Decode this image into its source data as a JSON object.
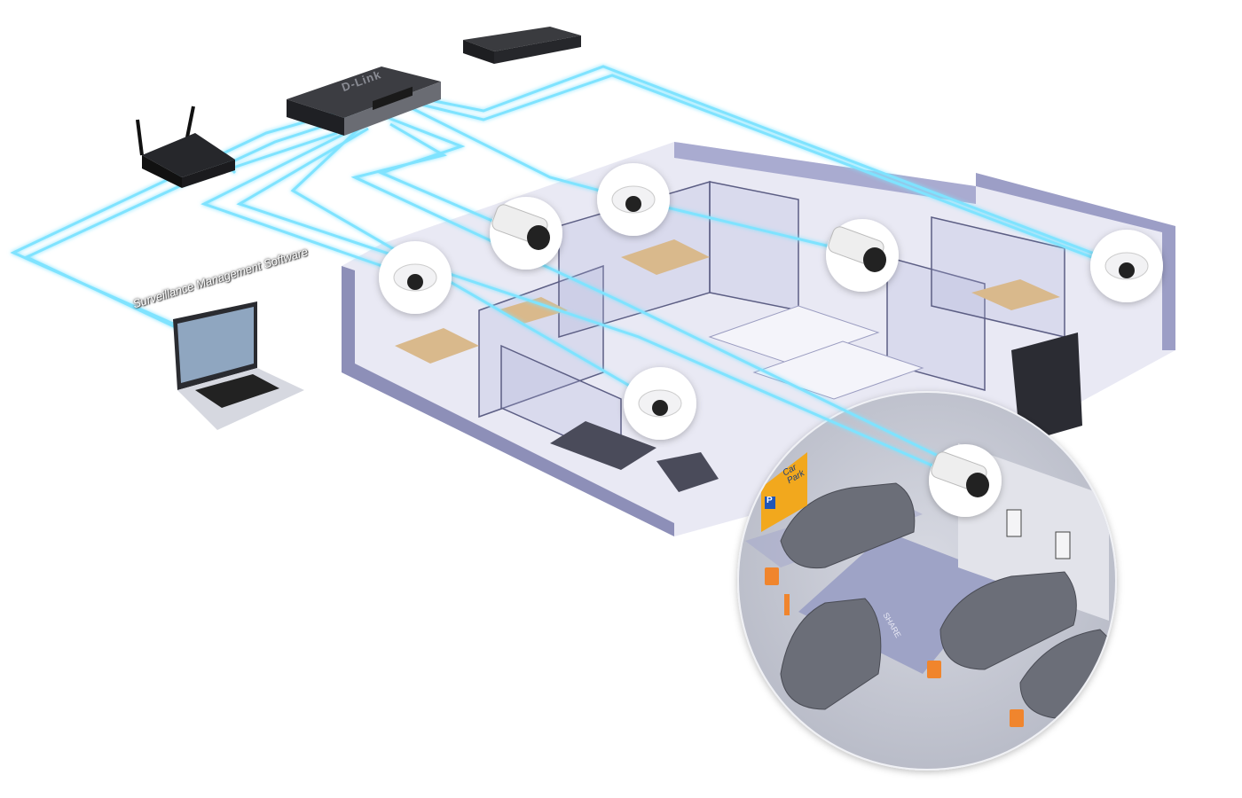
{
  "title": "D-Link surveillance network diagram",
  "labels": {
    "software": "Surveillance Management Software",
    "car_park_sign": "Car Park",
    "parking_symbol": "P",
    "share_marking": "SHARE",
    "brand": "D-Link"
  },
  "devices": {
    "nvr": "network-video-recorder",
    "switch": "poe-switch",
    "router": "wireless-router",
    "laptop": "laptop"
  },
  "cameras": [
    {
      "type": "dome"
    },
    {
      "type": "bullet"
    },
    {
      "type": "dome"
    },
    {
      "type": "bullet"
    },
    {
      "type": "dome"
    },
    {
      "type": "dome"
    },
    {
      "type": "bullet"
    }
  ],
  "colors": {
    "cable": "#7fe3ff",
    "building": "#b8b9dd",
    "floor": "#e6e6f2",
    "device": "#2a2b2e",
    "sign": "#f2a81d",
    "car": "#6b6e78"
  }
}
